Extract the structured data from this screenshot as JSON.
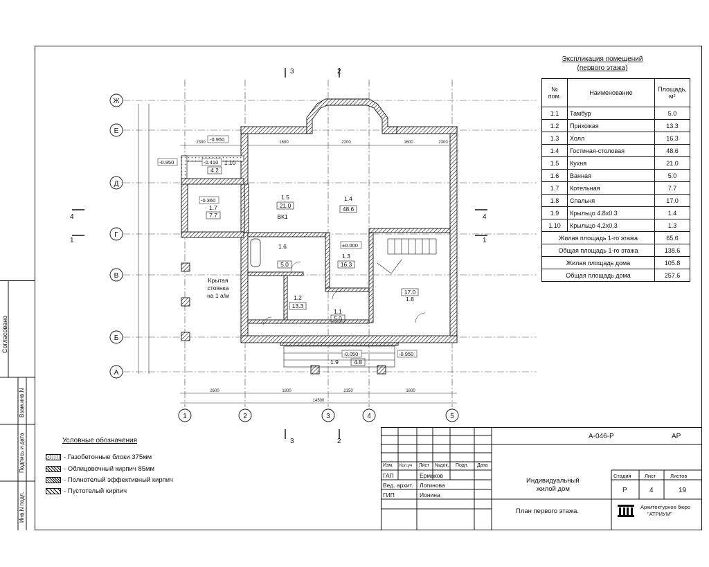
{
  "explication": {
    "title_line1": "Экспликация помещений",
    "title_line2": "(первого этажа)",
    "headers": {
      "num": "№ пом.",
      "name": "Наименование",
      "area": "Площадь, м²"
    },
    "rooms": [
      {
        "num": "1.1",
        "name": "Тамбур",
        "area": "5.0"
      },
      {
        "num": "1.2",
        "name": "Прихожая",
        "area": "13.3"
      },
      {
        "num": "1.3",
        "name": "Холл",
        "area": "16.3"
      },
      {
        "num": "1.4",
        "name": "Гостиная-столовая",
        "area": "48.6"
      },
      {
        "num": "1.5",
        "name": "Кухня",
        "area": "21.0"
      },
      {
        "num": "1.6",
        "name": "Ванная",
        "area": "5.0"
      },
      {
        "num": "1.7",
        "name": "Котельная",
        "area": "7.7"
      },
      {
        "num": "1.8",
        "name": "Спальня",
        "area": "17.0"
      },
      {
        "num": "1.9",
        "name": "Крыльцо 4.8х0.3",
        "area": "1.4"
      },
      {
        "num": "1.10",
        "name": "Крыльцо 4.2х0.3",
        "area": "1.3"
      }
    ],
    "summary": [
      {
        "label": "Жилая площадь 1-го этажа",
        "area": "65.6"
      },
      {
        "label": "Общая площадь 1-го этажа",
        "area": "138.6"
      },
      {
        "label": "Жилая площадь дома",
        "area": "105.8"
      },
      {
        "label": "Общая площадь дома",
        "area": "257.6"
      }
    ]
  },
  "legend": {
    "title": "Условные обозначения",
    "items": [
      "- Газобетонные блоки 375мм",
      "- Облицовочный кирпич 85мм",
      "- Полнотелый эффективный кирпич",
      "- Пустотелый кирпич"
    ]
  },
  "title_block": {
    "code": "А-046-Р",
    "stage_code": "АР",
    "cols": {
      "izm": "Изм.",
      "kol": "Кол.уч",
      "list": "Лист",
      "ndok": "№док.",
      "podp": "Подп.",
      "data": "Дата"
    },
    "roles": [
      {
        "role": "ГАП",
        "name": "Ермаков"
      },
      {
        "role": "Вед. архит.",
        "name": "Логинова"
      },
      {
        "role": "ГИП",
        "name": "Ионина"
      }
    ],
    "project_line1": "Индивидуальный",
    "project_line2": "жилой дом",
    "sheet_title": "План первого этажа.",
    "stage_label": "Стадия",
    "list_label": "Лист",
    "lists_label": "Листов",
    "stage": "Р",
    "sheet": "4",
    "sheets": "19",
    "bureau_line1": "Архитектурное бюро",
    "bureau_line2": "\"АТРИУМ\""
  },
  "side_strip": {
    "soglasovano": "Согласовано",
    "vzam": "Взам.инв.N",
    "podp": "Подпись и дата",
    "inv": "Инв.N подл."
  },
  "plan": {
    "axes_letters": [
      "Ж",
      "Е",
      "Д",
      "Г",
      "В",
      "Б",
      "А"
    ],
    "axes_numbers": [
      "1",
      "2",
      "3",
      "4",
      "5"
    ],
    "section_marks": [
      "3",
      "2",
      "4",
      "1"
    ],
    "levels": [
      "-0.950",
      "-0.950",
      "-0.410",
      "-0.360",
      "-0.050",
      "-0.950",
      "±0.000"
    ],
    "room_tags": [
      {
        "num": "1.10",
        "area": "4.2"
      },
      {
        "num": "1.7",
        "area": "7.7"
      },
      {
        "num": "1.5",
        "area": "21.0"
      },
      {
        "num": "1.4",
        "area": "48.6"
      },
      {
        "num": "1.6",
        "area": "5.0"
      },
      {
        "num": "1.3",
        "area": "16.3"
      },
      {
        "num": "1.2",
        "area": "13.3"
      },
      {
        "num": "1.1",
        "area": "5.0"
      },
      {
        "num": "1.8",
        "area": "17.0"
      },
      {
        "num": "1.9",
        "area": "4.8"
      }
    ],
    "parking_label_1": "Крытая",
    "parking_label_2": "стоянка",
    "parking_label_3": "на 1 а/м",
    "vk_label": "ВК1",
    "dims_top": [
      "2300",
      "1600",
      "2200",
      "1600",
      "2300"
    ],
    "dims_bottom": [
      "2600",
      "1800",
      "2150",
      "1800"
    ],
    "dim_total": "14500"
  }
}
